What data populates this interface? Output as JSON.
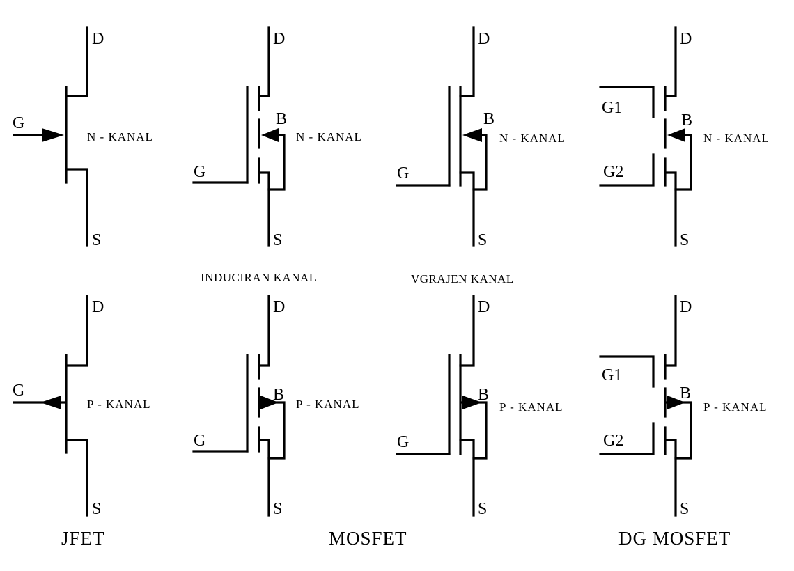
{
  "labels": {
    "drain": "D",
    "source": "S",
    "gate": "G",
    "bulk": "B",
    "gate1": "G1",
    "gate2": "G2",
    "n_channel": "N - KANAL",
    "p_channel": "P - KANAL"
  },
  "subtitles": {
    "induced": "INDUCIRAN KANAL",
    "built_in": "VGRAJEN KANAL"
  },
  "groups": {
    "jfet": "JFET",
    "mosfet": "MOSFET",
    "dg_mosfet": "DG MOSFET"
  }
}
